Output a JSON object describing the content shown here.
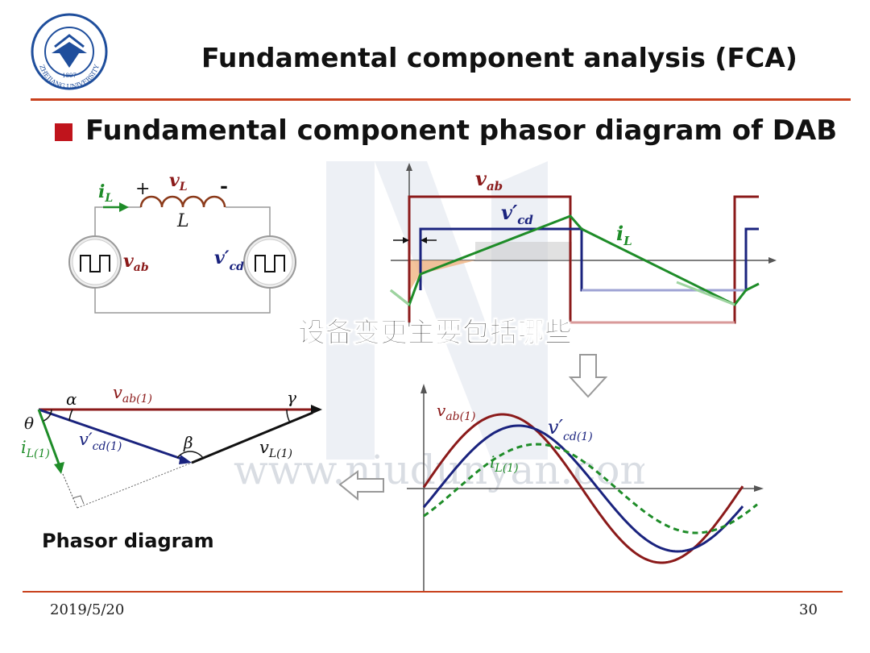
{
  "header": {
    "title": "Fundamental component analysis (FCA)",
    "logo_text": "ZHEJIANG UNIVERSITY",
    "logo_year": "1897"
  },
  "section": {
    "heading": "Fundamental component phasor diagram of DAB"
  },
  "circuit": {
    "current_label": "i",
    "current_sub": "L",
    "plus": "+",
    "minus": "-",
    "vl_label": "v",
    "vl_sub": "L",
    "inductor_label": "L",
    "vab_label": "v",
    "vab_sub": "ab",
    "vcd_label": "v′",
    "vcd_sub": "cd"
  },
  "waveform": {
    "vab_label": "v",
    "vab_sub": "ab",
    "vcd_label": "v′",
    "vcd_sub": "cd",
    "il_label": "i",
    "il_sub": "L"
  },
  "sine": {
    "vab_label": "v",
    "vab_sub": "ab(1)",
    "vcd_label": "v′",
    "vcd_sub": "cd(1)",
    "il_label": "i",
    "il_sub": "L(1)"
  },
  "phasor": {
    "alpha": "α",
    "beta": "β",
    "gamma": "γ",
    "theta": "θ",
    "vab_label": "v",
    "vab_sub": "ab(1)",
    "vcd_label": "v′",
    "vcd_sub": "cd(1)",
    "vl_label": "v",
    "vl_sub": "L(1)",
    "il_label": "i",
    "il_sub": "L(1)",
    "caption": "Phasor diagram"
  },
  "overlay_text": "设备变更主要包括哪些",
  "watermark": "www.niudunyan.com",
  "footer": {
    "date": "2019/5/20",
    "page": "30"
  },
  "colors": {
    "accent_line": "#c8401c",
    "bullet": "#c0141c",
    "vab": "#8b1a1a",
    "vcd": "#1a237e",
    "il": "#1e8c28"
  }
}
